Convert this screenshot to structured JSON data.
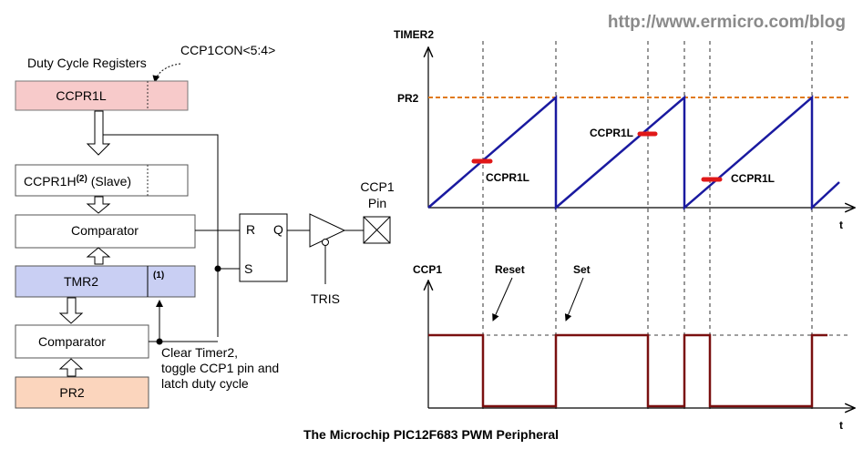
{
  "header": {
    "url": "http://www.ermicro.com/blog"
  },
  "caption": "The Microchip PIC12F683 PWM Peripheral",
  "block_diagram": {
    "duty_cycle_label": "Duty Cycle Registers",
    "ccp1con_label": "CCP1CON<5:4>",
    "ccpr1l": "CCPR1L",
    "ccpr1h_prefix": "CCPR1H",
    "ccpr1h_sup": "(2)",
    "ccpr1h_suffix": " (Slave)",
    "comparator_top": "Comparator",
    "tmr2": "TMR2",
    "tmr2_note": "(1)",
    "comparator_bottom": "Comparator",
    "pr2": "PR2",
    "latch_r": "R",
    "latch_q": "Q",
    "latch_s": "S",
    "ccp1_pin_line1": "CCP1",
    "ccp1_pin_line2": "Pin",
    "tris": "TRIS",
    "note_line1": "Clear Timer2,",
    "note_line2": "toggle CCP1 pin and",
    "note_line3": "latch duty cycle",
    "colors": {
      "ccpr1l_fill": "#f7caca",
      "tmr2_fill": "#c9cff3",
      "pr2_fill": "#fbd5bd"
    }
  },
  "timer_chart": {
    "y_axis_label": "TIMER2",
    "x_axis_label": "t",
    "pr2_label": "PR2",
    "ccpr1l_labels": [
      "CCPR1L",
      "CCPR1L",
      "CCPR1L"
    ],
    "colors": {
      "ramp": "#1a1aa0",
      "pr2_line": "#e07a1a",
      "marker": "#e01818"
    }
  },
  "ccp1_chart": {
    "y_axis_label": "CCP1",
    "x_axis_label": "t",
    "reset_label": "Reset",
    "set_label": "Set",
    "colors": {
      "signal": "#7a1010"
    }
  }
}
